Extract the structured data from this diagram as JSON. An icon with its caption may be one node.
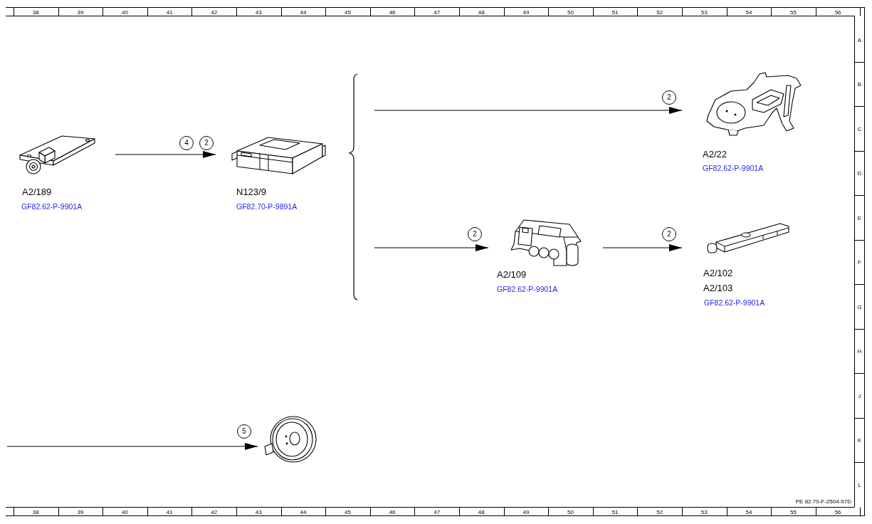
{
  "diagram": {
    "nodes": [
      {
        "text": [
          "A2/189",
          "GF82.62-P-9901A"
        ]
      },
      {
        "text": [
          "N123/9",
          "GF82.70-P-9891A"
        ]
      },
      {
        "text": [
          "A2/22",
          "GF82.62-P-9901A"
        ]
      },
      {
        "text": [
          "A2/109",
          "GF82.62-P-9901A"
        ]
      },
      {
        "text": [
          "A2/102",
          "A2/103",
          "GF82.62-P-9901A"
        ]
      },
      {
        "text": [],
        "shape": "picture"
      }
    ],
    "edges": [
      {
        "from": 0,
        "to": 1,
        "arrow": "to",
        "label": "4 2"
      },
      {
        "from": null,
        "to": 2,
        "arrow": "to",
        "label": "2"
      },
      {
        "from": null,
        "to": 3,
        "arrow": "to",
        "label": "2"
      },
      {
        "from": 3,
        "to": 4,
        "arrow": "to",
        "label": "2"
      },
      {
        "from": null,
        "to": 5,
        "arrow": "to",
        "label": "5"
      }
    ],
    "labels": [
      "38",
      "39",
      "40",
      "41",
      "42",
      "43",
      "44",
      "45",
      "46",
      "47",
      "48",
      "49",
      "50",
      "51",
      "52",
      "53",
      "54",
      "55",
      "56",
      "A",
      "B",
      "C",
      "D",
      "E",
      "F",
      "G",
      "H",
      "J",
      "K",
      "L",
      "PE 82.70-F-2504-97D",
      "38",
      "39",
      "40",
      "41",
      "42",
      "43",
      "44",
      "45",
      "46",
      "47",
      "48",
      "49",
      "50",
      "51",
      "52",
      "53",
      "54",
      "55",
      "56"
    ]
  }
}
